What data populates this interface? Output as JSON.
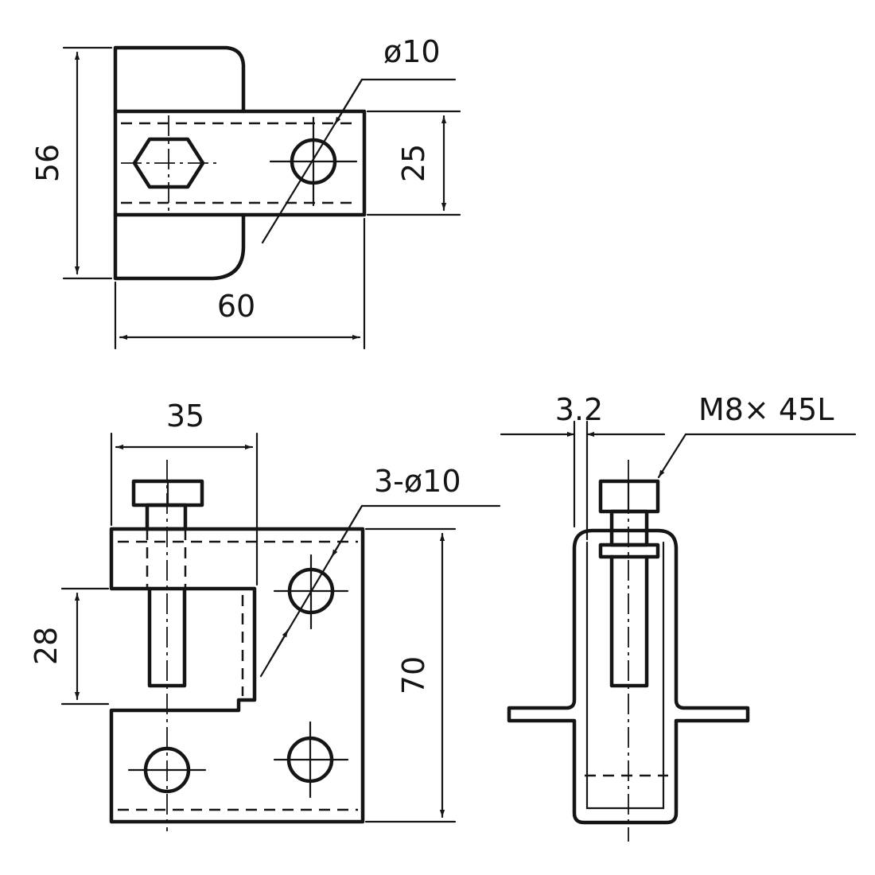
{
  "drawing": {
    "top_view": {
      "height_dim": "56",
      "slot_dim": "25",
      "width_dim": "60",
      "hole_callout": "ø10"
    },
    "front_view": {
      "width_dim": "35",
      "gap_dim": "28",
      "height_dim": "70",
      "hole_callout": "3-ø10"
    },
    "side_view": {
      "thickness_dim": "3.2",
      "bolt_callout": "M8× 45L"
    }
  }
}
